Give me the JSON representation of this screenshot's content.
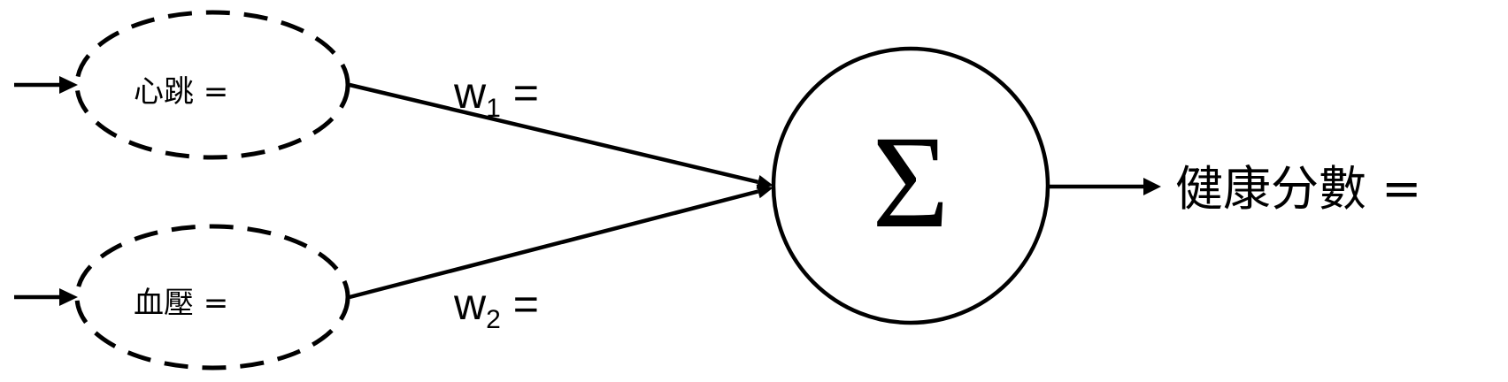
{
  "inputs": [
    {
      "label": "心跳 ="
    },
    {
      "label": "血壓 ="
    }
  ],
  "weights": [
    {
      "symbol": "w",
      "subscript": "1",
      "suffix": " ="
    },
    {
      "symbol": "w",
      "subscript": "2",
      "suffix": " ="
    }
  ],
  "summation": {
    "symbol": "Σ"
  },
  "output": {
    "label": "健康分數 ="
  },
  "colors": {
    "stroke": "#000000",
    "background": "#ffffff"
  }
}
